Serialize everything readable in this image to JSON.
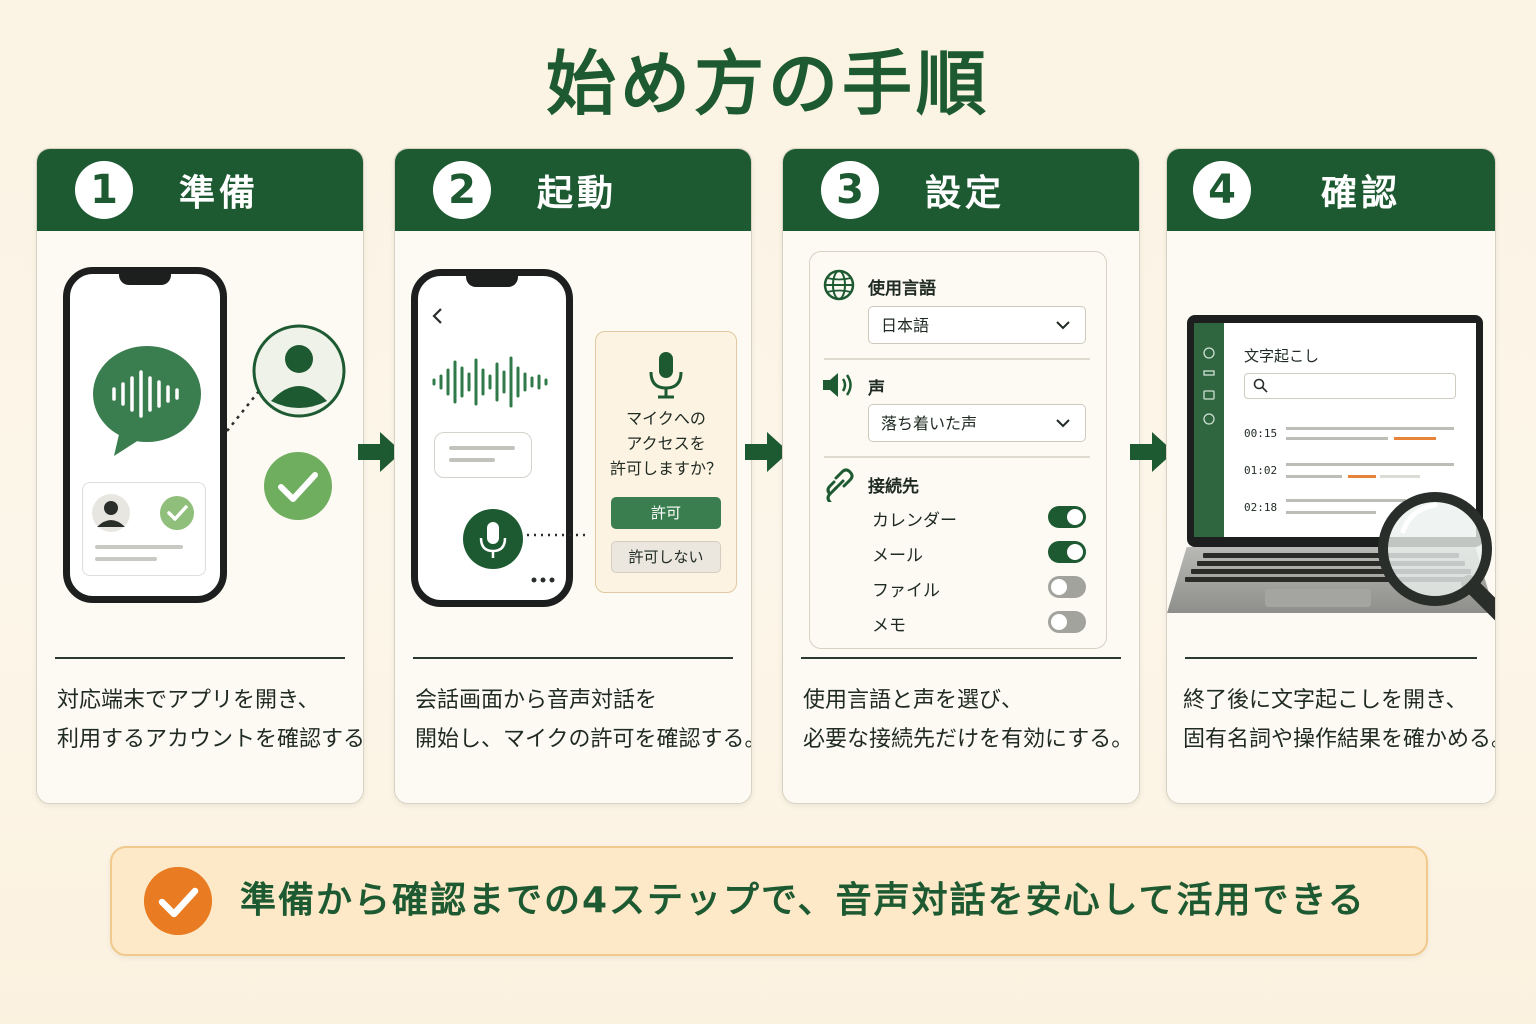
{
  "title": "始め方の手順",
  "colors": {
    "brand_green": "#1d5a32",
    "accent_orange": "#e97c22",
    "banner_bg": "#fde9c8"
  },
  "steps": [
    {
      "number": "1",
      "label": "準備",
      "desc_line1": "対応端末でアプリを開き、",
      "desc_line2": "利用するアカウントを確認する。"
    },
    {
      "number": "2",
      "label": "起動",
      "desc_line1": "会話画面から音声対話を",
      "desc_line2": "開始し、マイクの許可を確認する。"
    },
    {
      "number": "3",
      "label": "設定",
      "desc_line1": "使用言語と声を選び、",
      "desc_line2": "必要な接続先だけを有効にする。"
    },
    {
      "number": "4",
      "label": "確認",
      "desc_line1": "終了後に文字起こしを開き、",
      "desc_line2": "固有名詞や操作結果を確かめる。"
    }
  ],
  "permission_dialog": {
    "line1": "マイクへの",
    "line2": "アクセスを",
    "line3": "許可しますか？",
    "allow": "許可",
    "deny": "許可しない"
  },
  "settings": {
    "language_label": "使用言語",
    "language_value": "日本語",
    "voice_label": "声",
    "voice_value": "落ち着いた声",
    "connections_label": "接続先",
    "connections": [
      {
        "name": "カレンダー",
        "enabled": true
      },
      {
        "name": "メール",
        "enabled": true
      },
      {
        "name": "ファイル",
        "enabled": false
      },
      {
        "name": "メモ",
        "enabled": false
      }
    ]
  },
  "transcript": {
    "title": "文字起こし",
    "timestamps": [
      "00:15",
      "01:02",
      "02:18"
    ]
  },
  "icons": [
    "check-icon",
    "person-icon",
    "chat-waveform-icon",
    "mic-icon",
    "globe-icon",
    "speaker-icon",
    "link-icon",
    "magnifier-icon",
    "arrow-right-icon",
    "back-chevron-icon",
    "chevron-down-icon",
    "search-icon"
  ],
  "banner": "準備から確認までの4ステップで、音声対話を安心して活用できる"
}
